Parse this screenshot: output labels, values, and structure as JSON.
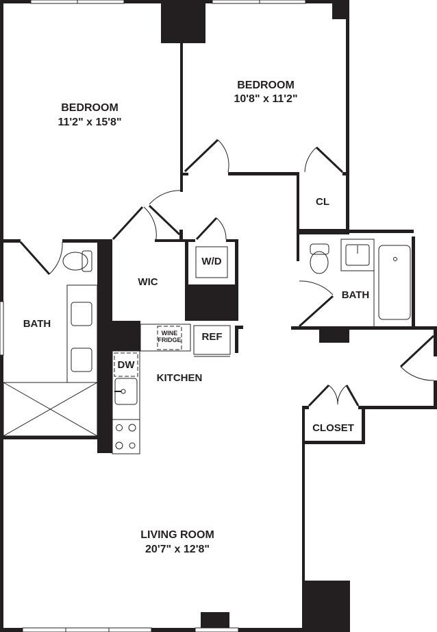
{
  "floorplan": {
    "colors": {
      "wall": "#231f20",
      "line": "#231f20",
      "background": "#ffffff",
      "window": "#ffffff"
    },
    "rooms": {
      "bedroom_1": {
        "name": "BEDROOM",
        "dimensions": "11'2\" x 15'8\""
      },
      "bedroom_2": {
        "name": "BEDROOM",
        "dimensions": "10'8\" x 11'2\""
      },
      "closet_small": {
        "name": "CL"
      },
      "wic": {
        "name": "WIC"
      },
      "washer_dryer": {
        "name": "W/D"
      },
      "bath_1": {
        "name": "BATH"
      },
      "bath_2": {
        "name": "BATH"
      },
      "kitchen": {
        "name": "KITCHEN"
      },
      "wine_fridge": {
        "line1": "WINE",
        "line2": "FRIDGE"
      },
      "refrigerator": {
        "name": "REF"
      },
      "dishwasher": {
        "name": "DW"
      },
      "closet": {
        "name": "CLOSET"
      },
      "living_room": {
        "name": "LIVING ROOM",
        "dimensions": "20'7\" x 12'8\""
      }
    }
  }
}
